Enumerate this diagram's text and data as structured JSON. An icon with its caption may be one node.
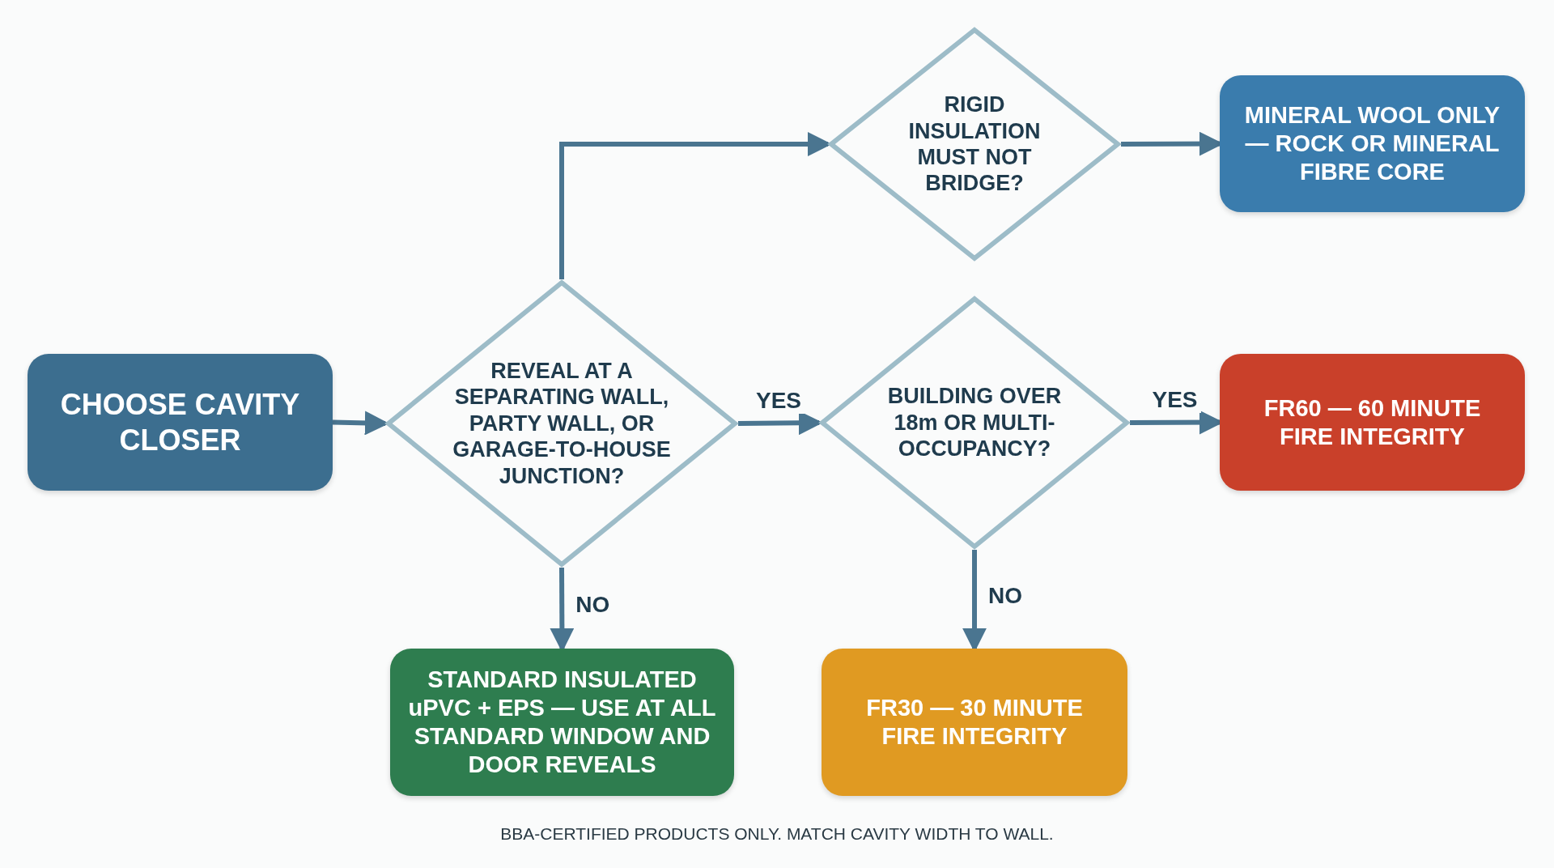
{
  "diagram": {
    "nodes": [
      {
        "text": [
          "CHOOSE CAVITY CLOSER"
        ]
      },
      {
        "text": [
          "REVEAL AT A SEPARATING WALL, PARTY WALL, OR GARAGE-TO-HOUSE JUNCTION?"
        ]
      },
      {
        "text": [
          "RIGID INSULATION MUST NOT BRIDGE?"
        ]
      },
      {
        "text": [
          "MINERAL WOOL ONLY — ROCK OR MINERAL FIBRE CORE"
        ]
      },
      {
        "text": [
          "BUILDING OVER 18m OR MULTI-OCCUPANCY?"
        ]
      },
      {
        "text": [
          "FR60 — 60 MINUTE FIRE INTEGRITY"
        ]
      },
      {
        "text": [
          "STANDARD INSULATED uPVC + EPS — USE AT ALL STANDARD WINDOW AND DOOR REVEALS"
        ]
      },
      {
        "text": [
          "FR30 — 30 MINUTE FIRE INTEGRITY"
        ]
      }
    ],
    "edges": [
      {
        "from": 0,
        "to": 1,
        "arrow": "to"
      },
      {
        "from": 1,
        "to": 2,
        "arrow": "to"
      },
      {
        "from": 2,
        "to": 3,
        "arrow": "to"
      },
      {
        "from": 1,
        "to": 4,
        "arrow": "to",
        "label": "YES"
      },
      {
        "from": 4,
        "to": 5,
        "arrow": "to",
        "label": "YES"
      },
      {
        "from": 1,
        "to": 6,
        "arrow": "to",
        "label": "NO"
      },
      {
        "from": 4,
        "to": 7,
        "arrow": "to",
        "label": "NO"
      }
    ],
    "labels": [
      "BBA-CERTIFIED PRODUCTS ONLY. MATCH CAVITY WIDTH TO WALL."
    ]
  }
}
